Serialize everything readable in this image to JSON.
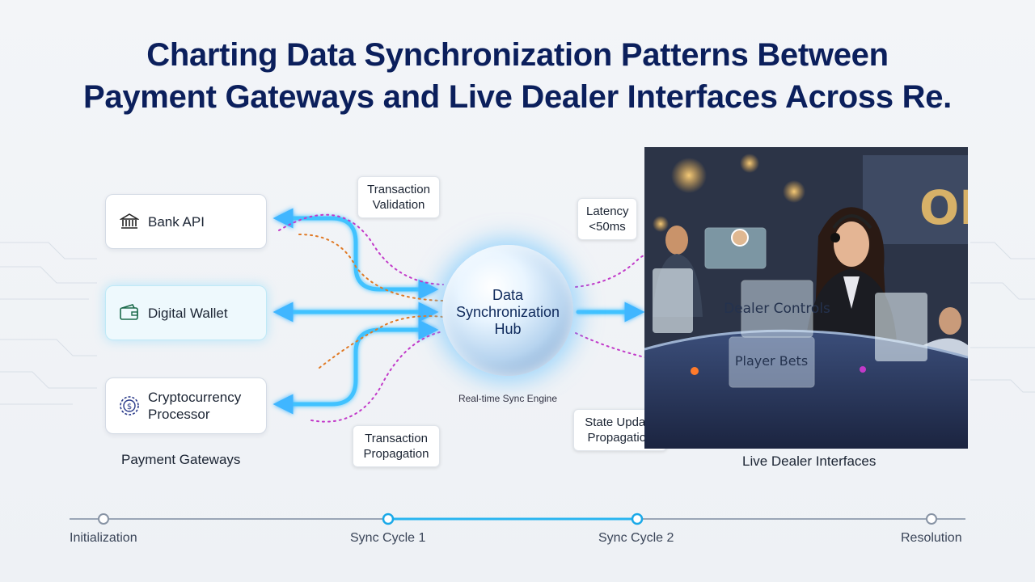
{
  "title": {
    "line1": "Charting Data Synchronization Patterns Between",
    "line2": "Payment Gateways and Live Dealer Interfaces Across Re."
  },
  "gateways": {
    "section_label": "Payment Gateways",
    "items": [
      {
        "label": "Bank API",
        "icon": "bank-icon"
      },
      {
        "label": "Digital Wallet",
        "icon": "wallet-icon"
      },
      {
        "label": "Cryptocurrency Processor",
        "icon": "crypto-coin-icon"
      }
    ]
  },
  "callouts": {
    "validation": "Transaction Validation",
    "propagation": "Transaction Propagation",
    "latency": "Latency <50ms",
    "state_update": "State Update Propagation"
  },
  "hub": {
    "label": "Data Synchronization Hub",
    "subtitle": "Real-time Sync Engine"
  },
  "dealer": {
    "section_label": "Live Dealer Interfaces",
    "overlay_controls": "Dealer Controls",
    "overlay_bets": "Player Bets"
  },
  "timeline": {
    "stages": [
      "Initialization",
      "Sync Cycle 1",
      "Sync Cycle 2",
      "Resolution"
    ]
  },
  "colors": {
    "title": "#0b1f5c",
    "glow_blue": "#3fc2ff",
    "dotted_magenta": "#c23ac9",
    "dotted_orange": "#e07a26"
  }
}
